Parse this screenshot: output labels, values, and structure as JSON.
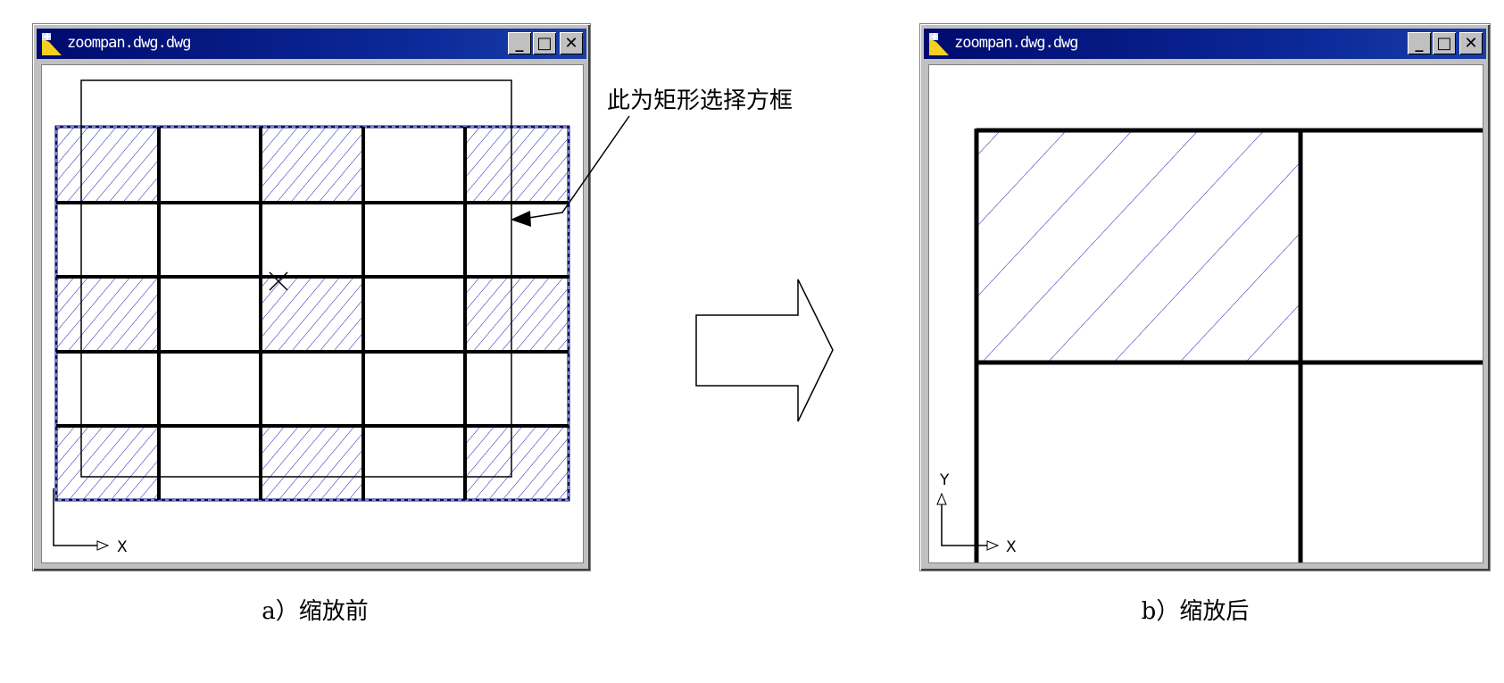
{
  "windows": [
    {
      "title": "zoompan.dwg.dwg",
      "minimize": "_",
      "maximize": "□",
      "close": "✕"
    },
    {
      "title": "zoompan.dwg.dwg",
      "minimize": "_",
      "maximize": "□",
      "close": "✕"
    }
  ],
  "annotation": "此为矩形选择方框",
  "captions": {
    "before": "a）缩放前",
    "after": "b）缩放后"
  },
  "axes": {
    "x": "X",
    "y": "Y"
  },
  "colors": {
    "titlebar": "#000a6e",
    "hatch": "#1a1ab4",
    "frame": "#c0c0c0"
  }
}
